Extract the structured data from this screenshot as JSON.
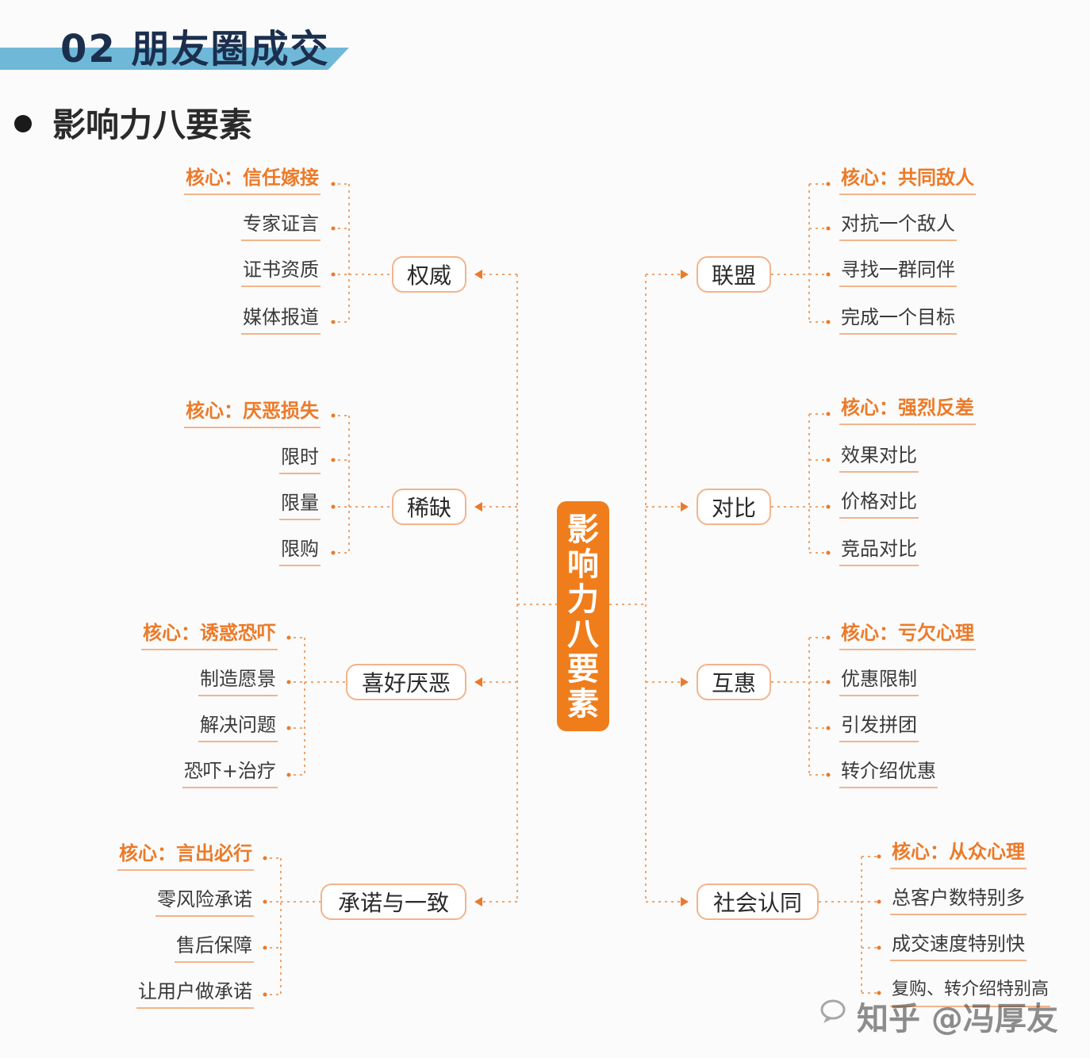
{
  "header": {
    "title": "02  朋友圈成交",
    "subtitle": "影响力八要素"
  },
  "center": {
    "label_chars": [
      "影",
      "响",
      "力",
      "八",
      "要",
      "素"
    ]
  },
  "colors": {
    "accent_orange": "#f07d1c",
    "core_text": "#ec7a28",
    "line_orange": "#f2b48a",
    "band_blue": "#6fb8d8",
    "title_navy": "#1b2f4d"
  },
  "branches": {
    "authority": {
      "name": "权威",
      "items": [
        "核心：信任嫁接",
        "专家证言",
        "证书资质",
        "媒体报道"
      ]
    },
    "scarcity": {
      "name": "稀缺",
      "items": [
        "核心：厌恶损失",
        "限时",
        "限量",
        "限购"
      ]
    },
    "likes": {
      "name": "喜好厌恶",
      "items": [
        "核心：诱惑恐吓",
        "制造愿景",
        "解决问题",
        "恐吓+治疗"
      ]
    },
    "commitment": {
      "name": "承诺与一致",
      "items": [
        "核心：言出必行",
        "零风险承诺",
        "售后保障",
        "让用户做承诺"
      ]
    },
    "alliance": {
      "name": "联盟",
      "items": [
        "核心：共同敌人",
        "对抗一个敌人",
        "寻找一群同伴",
        "完成一个目标"
      ]
    },
    "contrast": {
      "name": "对比",
      "items": [
        "核心：强烈反差",
        "效果对比",
        "价格对比",
        "竞品对比"
      ]
    },
    "reciprocity": {
      "name": "互惠",
      "items": [
        "核心：亏欠心理",
        "优惠限制",
        "引发拼团",
        "转介绍优惠"
      ]
    },
    "social": {
      "name": "社会认同",
      "items": [
        "核心：从众心理",
        "总客户数特别多",
        "成交速度特别快",
        "复购、转介绍特别高"
      ]
    }
  },
  "watermark": {
    "text": "知乎 @冯厚友"
  }
}
